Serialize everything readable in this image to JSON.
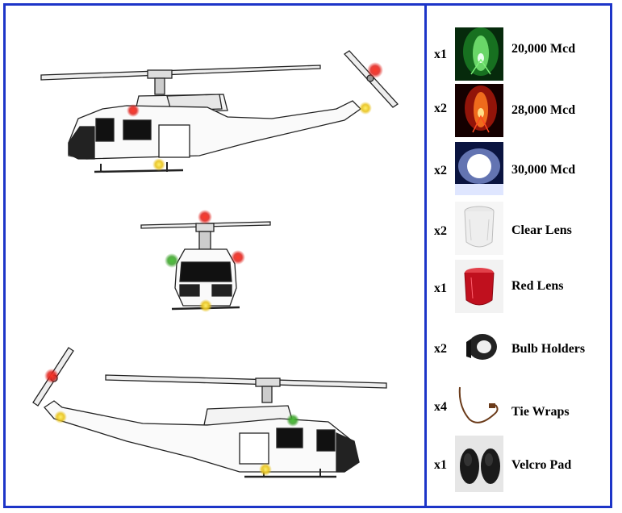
{
  "parts": [
    {
      "qty": "x1",
      "label": "20,000 Mcd",
      "thumb": "green-led-photo"
    },
    {
      "qty": "x2",
      "label": "28,000 Mcd",
      "thumb": "red-led-photo"
    },
    {
      "qty": "x2",
      "label": "30,000 Mcd",
      "thumb": "white-led-photo"
    },
    {
      "qty": "x2",
      "label": "Clear Lens",
      "thumb": "clear-lens-photo"
    },
    {
      "qty": "x1",
      "label": "Red Lens",
      "thumb": "red-lens-photo"
    },
    {
      "qty": "x2",
      "label": "Bulb Holders",
      "thumb": "bulb-holder-photo"
    },
    {
      "qty": "x4",
      "label": "Tie Wraps",
      "thumb": "tie-wrap-photo"
    },
    {
      "qty": "x1",
      "label": "Velcro Pad",
      "thumb": "velcro-pad-photo"
    }
  ],
  "colors": {
    "border": "#1d35c8",
    "light_red": "#e0201a",
    "light_green": "#3aa028",
    "light_yellow": "#e8c21a"
  }
}
